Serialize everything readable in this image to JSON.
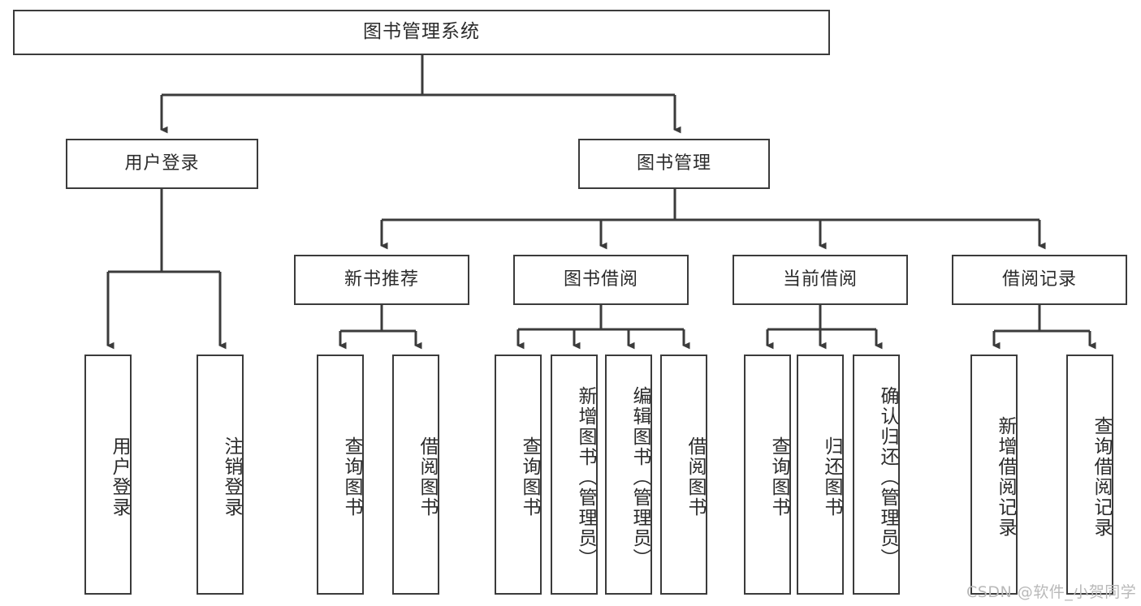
{
  "diagram": {
    "title": "图书管理系统",
    "type": "tree-hierarchy",
    "watermark": "CSDN @软件_小贺同学",
    "colors": {
      "stroke": "#3b3b3b",
      "fill": "#ffffff",
      "text": "#2b2b2b",
      "watermark": "#b9b9b9",
      "background": "#ffffff"
    },
    "nodes": {
      "root": {
        "label": "图书管理系统"
      },
      "level2": [
        {
          "id": "user-login",
          "label": "用户登录"
        },
        {
          "id": "book-manage",
          "label": "图书管理"
        }
      ],
      "level3": [
        {
          "id": "new-book-recommend",
          "label": "新书推荐"
        },
        {
          "id": "book-borrow",
          "label": "图书借阅"
        },
        {
          "id": "current-borrow",
          "label": "当前借阅"
        },
        {
          "id": "borrow-record",
          "label": "借阅记录"
        }
      ],
      "leaves": {
        "user-login": [
          {
            "id": "user-login-leaf",
            "label": "用户登录"
          },
          {
            "id": "user-logout-leaf",
            "label": "注销登录"
          }
        ],
        "new-book-recommend": [
          {
            "id": "query-book-1",
            "label": "查询图书"
          },
          {
            "id": "borrow-book-1",
            "label": "借阅图书"
          }
        ],
        "book-borrow": [
          {
            "id": "query-book-2",
            "label": "查询图书"
          },
          {
            "id": "add-book",
            "label": "新增图书（管理员）"
          },
          {
            "id": "edit-book",
            "label": "编辑图书（管理员）"
          },
          {
            "id": "borrow-book-2",
            "label": "借阅图书"
          }
        ],
        "current-borrow": [
          {
            "id": "query-book-3",
            "label": "查询图书"
          },
          {
            "id": "return-book",
            "label": "归还图书"
          },
          {
            "id": "confirm-return",
            "label": "确认归还（管理员）"
          }
        ],
        "borrow-record": [
          {
            "id": "add-borrow-record",
            "label": "新增借阅记录"
          },
          {
            "id": "query-borrow-record",
            "label": "查询借阅记录"
          }
        ]
      }
    }
  }
}
